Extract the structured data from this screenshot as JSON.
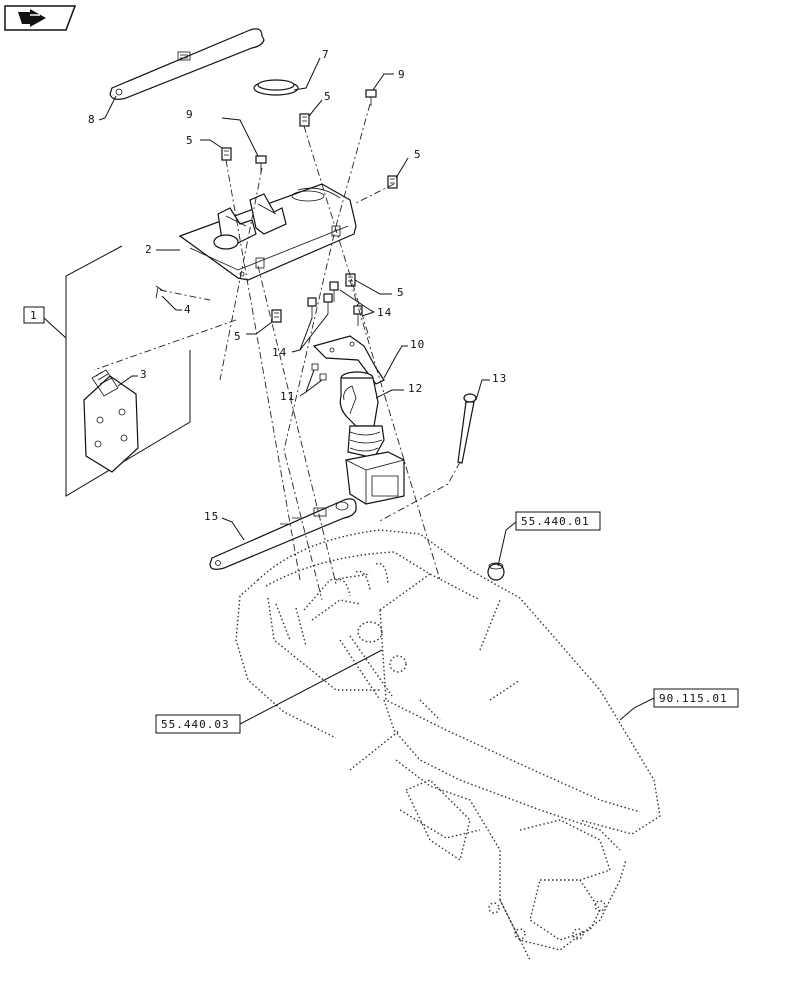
{
  "nav": {
    "icon": "next-page-arrow-icon"
  },
  "callouts": {
    "c1": "1",
    "c2": "2",
    "c3": "3",
    "c4": "4",
    "c5a": "5",
    "c5b": "5",
    "c5c": "5",
    "c5d": "5",
    "c5e": "5",
    "c7": "7",
    "c8": "8",
    "c9a": "9",
    "c9b": "9",
    "c10": "10",
    "c11": "11",
    "c12": "12",
    "c13": "13",
    "c14a": "14",
    "c14b": "14",
    "c15": "15"
  },
  "references": {
    "r1": "55.440.01",
    "r2": "90.115.01",
    "r3": "55.440.03"
  },
  "colors": {
    "line": "#111111",
    "background": "#ffffff"
  }
}
